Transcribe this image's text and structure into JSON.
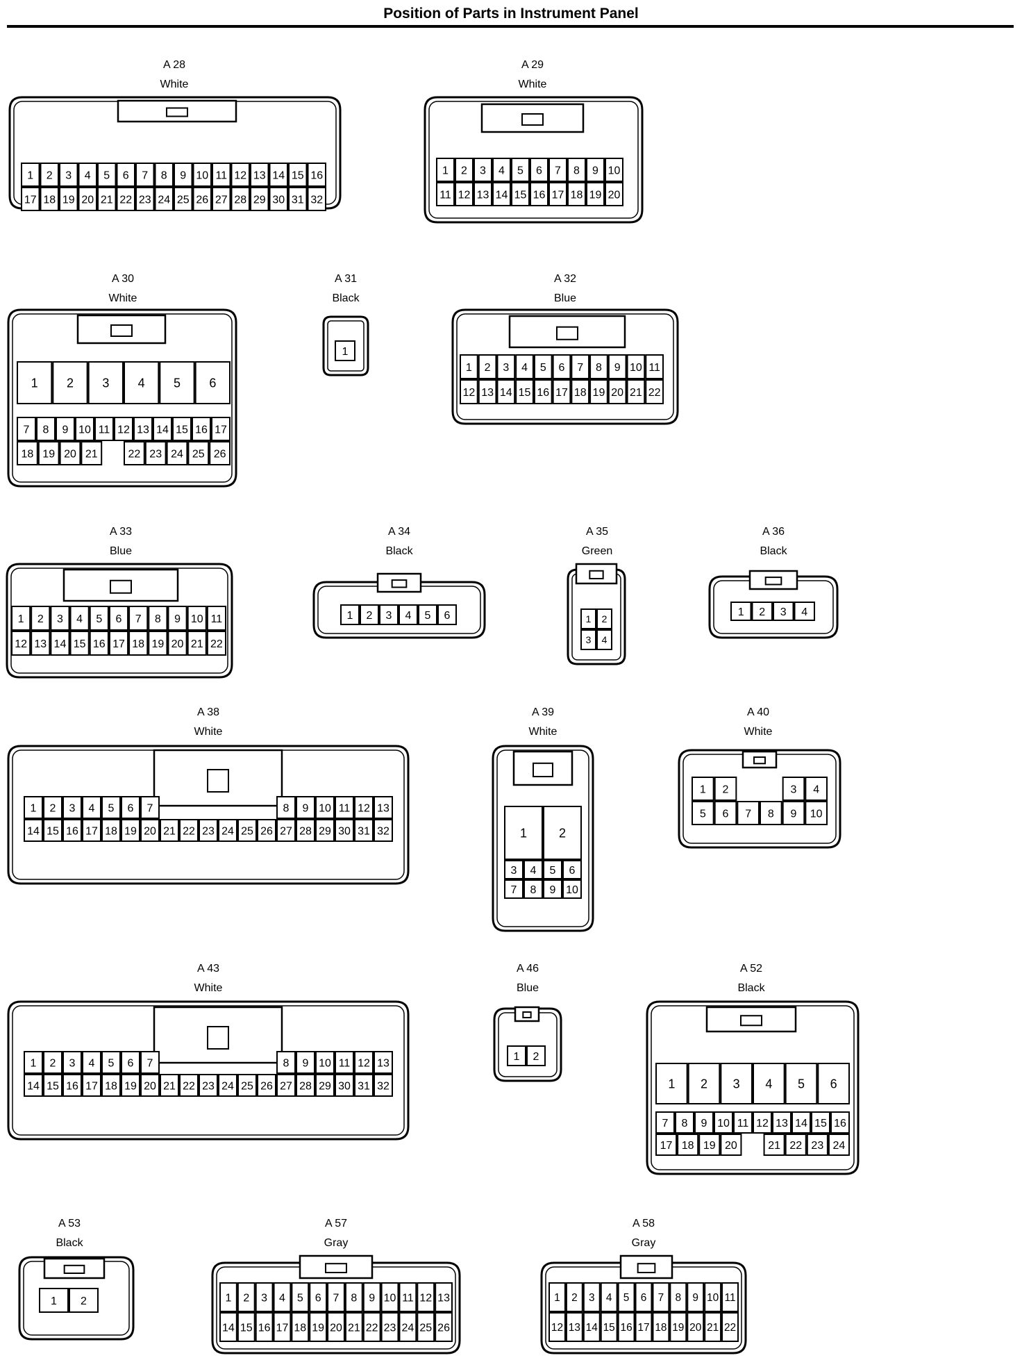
{
  "page": {
    "title": "Position of Parts in Instrument Panel"
  },
  "connectors": [
    {
      "code": "A 28",
      "color": "White",
      "rows": [
        [
          "1",
          "2",
          "3",
          "4",
          "5",
          "6",
          "7",
          "8",
          "9",
          "10",
          "11",
          "12",
          "13",
          "14",
          "15",
          "16"
        ],
        [
          "17",
          "18",
          "19",
          "20",
          "21",
          "22",
          "23",
          "24",
          "25",
          "26",
          "27",
          "28",
          "29",
          "30",
          "31",
          "32"
        ]
      ]
    },
    {
      "code": "A 29",
      "color": "White",
      "rows": [
        [
          "1",
          "2",
          "3",
          "4",
          "5",
          "6",
          "7",
          "8",
          "9",
          "10"
        ],
        [
          "11",
          "12",
          "13",
          "14",
          "15",
          "16",
          "17",
          "18",
          "19",
          "20"
        ]
      ]
    },
    {
      "code": "A 30",
      "color": "White",
      "rows": [
        [
          "1",
          "2",
          "3",
          "4",
          "5",
          "6"
        ],
        [
          "7",
          "8",
          "9",
          "10",
          "11",
          "12",
          "13",
          "14",
          "15",
          "16",
          "17"
        ],
        [
          "18",
          "19",
          "20",
          "21",
          "",
          "22",
          "23",
          "24",
          "25",
          "26"
        ]
      ]
    },
    {
      "code": "A 31",
      "color": "Black",
      "rows": [
        [
          "1"
        ]
      ]
    },
    {
      "code": "A 32",
      "color": "Blue",
      "rows": [
        [
          "1",
          "2",
          "3",
          "4",
          "5",
          "6",
          "7",
          "8",
          "9",
          "10",
          "11"
        ],
        [
          "12",
          "13",
          "14",
          "15",
          "16",
          "17",
          "18",
          "19",
          "20",
          "21",
          "22"
        ]
      ]
    },
    {
      "code": "A 33",
      "color": "Blue",
      "rows": [
        [
          "1",
          "2",
          "3",
          "4",
          "5",
          "6",
          "7",
          "8",
          "9",
          "10",
          "11"
        ],
        [
          "12",
          "13",
          "14",
          "15",
          "16",
          "17",
          "18",
          "19",
          "20",
          "21",
          "22"
        ]
      ]
    },
    {
      "code": "A 34",
      "color": "Black",
      "rows": [
        [
          "1",
          "2",
          "3",
          "4",
          "5",
          "6"
        ]
      ]
    },
    {
      "code": "A 35",
      "color": "Green",
      "rows": [
        [
          "1",
          "2"
        ],
        [
          "3",
          "4"
        ]
      ]
    },
    {
      "code": "A 36",
      "color": "Black",
      "rows": [
        [
          "1",
          "2",
          "3",
          "4"
        ]
      ]
    },
    {
      "code": "A 38",
      "color": "White",
      "rows": [
        [
          "1",
          "2",
          "3",
          "4",
          "5",
          "6",
          "7",
          "",
          "",
          "",
          "",
          "",
          "",
          "8",
          "9",
          "10",
          "11",
          "12",
          "13"
        ],
        [
          "14",
          "15",
          "16",
          "17",
          "18",
          "19",
          "20",
          "21",
          "22",
          "23",
          "24",
          "25",
          "26",
          "27",
          "28",
          "29",
          "30",
          "31",
          "32"
        ]
      ]
    },
    {
      "code": "A 39",
      "color": "White",
      "rows": [
        [
          "1",
          "2"
        ],
        [
          "3",
          "4",
          "5",
          "6"
        ],
        [
          "7",
          "8",
          "9",
          "10"
        ]
      ]
    },
    {
      "code": "A 40",
      "color": "White",
      "rows": [
        [
          "1",
          "2",
          "",
          "",
          "3",
          "4"
        ],
        [
          "5",
          "6",
          "7",
          "8",
          "9",
          "10"
        ]
      ]
    },
    {
      "code": "A 43",
      "color": "White",
      "rows": [
        [
          "1",
          "2",
          "3",
          "4",
          "5",
          "6",
          "7",
          "",
          "",
          "",
          "",
          "",
          "",
          "8",
          "9",
          "10",
          "11",
          "12",
          "13"
        ],
        [
          "14",
          "15",
          "16",
          "17",
          "18",
          "19",
          "20",
          "21",
          "22",
          "23",
          "24",
          "25",
          "26",
          "27",
          "28",
          "29",
          "30",
          "31",
          "32"
        ]
      ]
    },
    {
      "code": "A 46",
      "color": "Blue",
      "rows": [
        [
          "1",
          "2"
        ]
      ]
    },
    {
      "code": "A 52",
      "color": "Black",
      "rows": [
        [
          "1",
          "2",
          "3",
          "4",
          "5",
          "6"
        ],
        [
          "7",
          "8",
          "9",
          "10",
          "11",
          "12",
          "13",
          "14",
          "15",
          "16"
        ],
        [
          "17",
          "18",
          "19",
          "20",
          "",
          "21",
          "22",
          "23",
          "24"
        ]
      ]
    },
    {
      "code": "A 53",
      "color": "Black",
      "rows": [
        [
          "1",
          "2"
        ]
      ]
    },
    {
      "code": "A 57",
      "color": "Gray",
      "rows": [
        [
          "1",
          "2",
          "3",
          "4",
          "5",
          "6",
          "7",
          "8",
          "9",
          "10",
          "11",
          "12",
          "13"
        ],
        [
          "14",
          "15",
          "16",
          "17",
          "18",
          "19",
          "20",
          "21",
          "22",
          "23",
          "24",
          "25",
          "26"
        ]
      ]
    },
    {
      "code": "A 58",
      "color": "Gray",
      "rows": [
        [
          "1",
          "2",
          "3",
          "4",
          "5",
          "6",
          "7",
          "8",
          "9",
          "10",
          "11"
        ],
        [
          "12",
          "13",
          "14",
          "15",
          "16",
          "17",
          "18",
          "19",
          "20",
          "21",
          "22"
        ]
      ]
    }
  ]
}
